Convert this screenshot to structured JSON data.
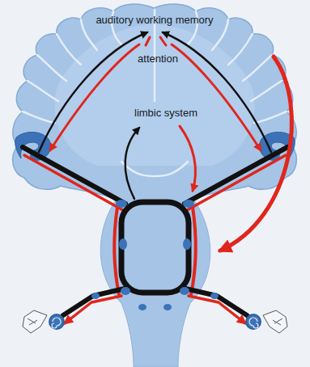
{
  "diagram": {
    "labels": [
      "auditory working memory",
      "attention",
      "limbic system"
    ]
  }
}
